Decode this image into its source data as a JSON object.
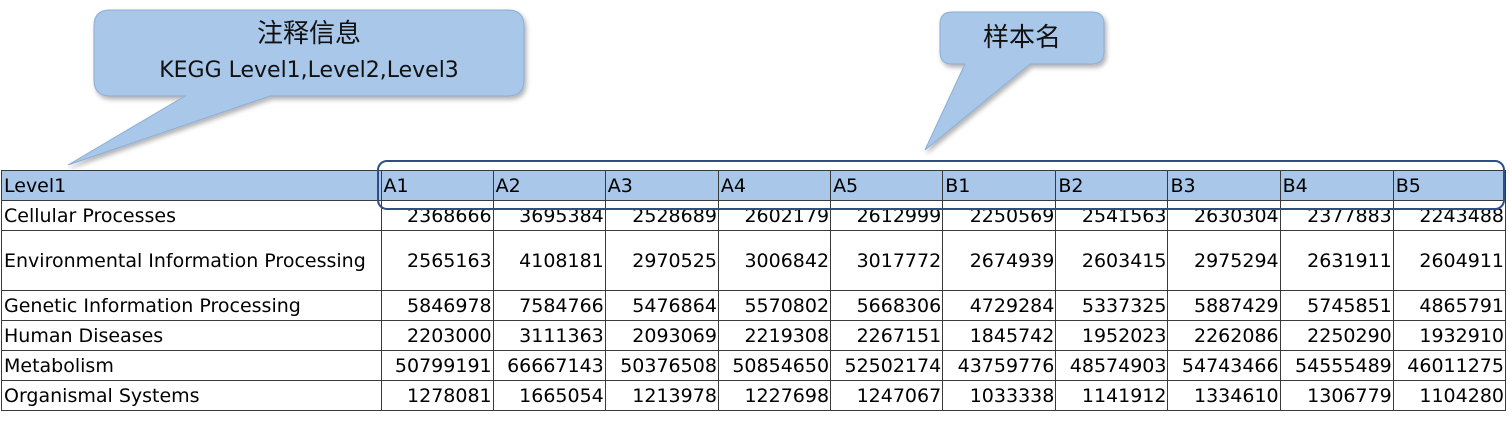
{
  "callouts": {
    "annotation": {
      "title": "注释信息",
      "subtitle": "KEGG Level1,Level2,Level3"
    },
    "sample": {
      "title": "样本名"
    },
    "colors": {
      "fill": "#a9c7e8",
      "stroke": "#6f93c6",
      "box": "#2e4e86"
    }
  },
  "table": {
    "header": [
      "Level1",
      "A1",
      "A2",
      "A3",
      "A4",
      "A5",
      "B1",
      "B2",
      "B3",
      "B4",
      "B5"
    ],
    "rows": [
      [
        "Cellular Processes",
        "2368666",
        "3695384",
        "2528689",
        "2602179",
        "2612999",
        "2250569",
        "2541563",
        "2630304",
        "2377883",
        "2243488"
      ],
      [
        "Environmental Information Processing",
        "2565163",
        "4108181",
        "2970525",
        "3006842",
        "3017772",
        "2674939",
        "2603415",
        "2975294",
        "2631911",
        "2604911"
      ],
      [
        "Genetic Information Processing",
        "5846978",
        "7584766",
        "5476864",
        "5570802",
        "5668306",
        "4729284",
        "5337325",
        "5887429",
        "5745851",
        "4865791"
      ],
      [
        "Human Diseases",
        "2203000",
        "3111363",
        "2093069",
        "2219308",
        "2267151",
        "1845742",
        "1952023",
        "2262086",
        "2250290",
        "1932910"
      ],
      [
        "Metabolism",
        "50799191",
        "66667143",
        "50376508",
        "50854650",
        "52502174",
        "43759776",
        "48574903",
        "54743466",
        "54555489",
        "46011275"
      ],
      [
        "Organismal Systems",
        "1278081",
        "1665054",
        "1213978",
        "1227698",
        "1247067",
        "1033338",
        "1141912",
        "1334610",
        "1306779",
        "1104280"
      ]
    ]
  }
}
